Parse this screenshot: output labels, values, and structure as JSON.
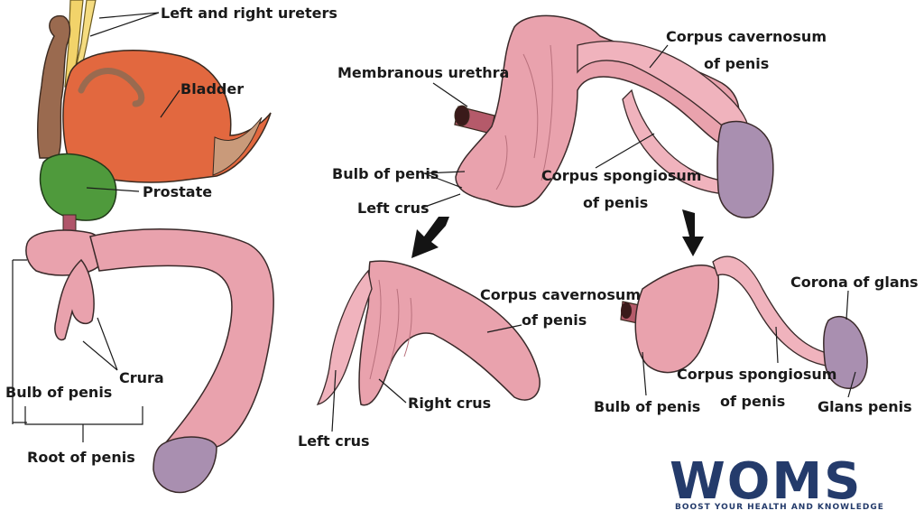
{
  "labels": {
    "ureters": "Left and right ureters",
    "bladder": "Bladder",
    "prostate": "Prostate",
    "crura": "Crura",
    "bulb_left": "Bulb of penis",
    "root": "Root of penis",
    "membranous_urethra": "Membranous urethra",
    "corpus_cavernosum_top_line1": "Corpus cavernosum",
    "corpus_cavernosum_top_line2": "of penis",
    "bulb_top": "Bulb of penis",
    "left_crus_top": "Left crus",
    "corpus_spongiosum_top_line1": "Corpus spongiosum",
    "corpus_spongiosum_top_line2": "of penis",
    "corpus_cavernosum_bottom_line1": "Corpus cavernosum",
    "corpus_cavernosum_bottom_line2": "of penis",
    "right_crus": "Right crus",
    "left_crus_bottom": "Left crus",
    "corona_of_glans": "Corona of glans",
    "corpus_spongiosum_bottom_line1": "Corpus spongiosum",
    "corpus_spongiosum_bottom_line2": "of penis",
    "bulb_bottom": "Bulb of penis",
    "glans_penis": "Glans penis"
  },
  "logo": {
    "letters": "WOMS",
    "tagline": "BOOST YOUR HEALTH AND KNOWLEDGE"
  },
  "colors": {
    "bladder": "#e2683f",
    "prostate": "#4f9a3c",
    "ureter": "#f2d36a",
    "ductus": "#9a6a4f",
    "tissue": "#e9a2ad",
    "glans": "#a98fb0",
    "logo": "#243b6b"
  }
}
